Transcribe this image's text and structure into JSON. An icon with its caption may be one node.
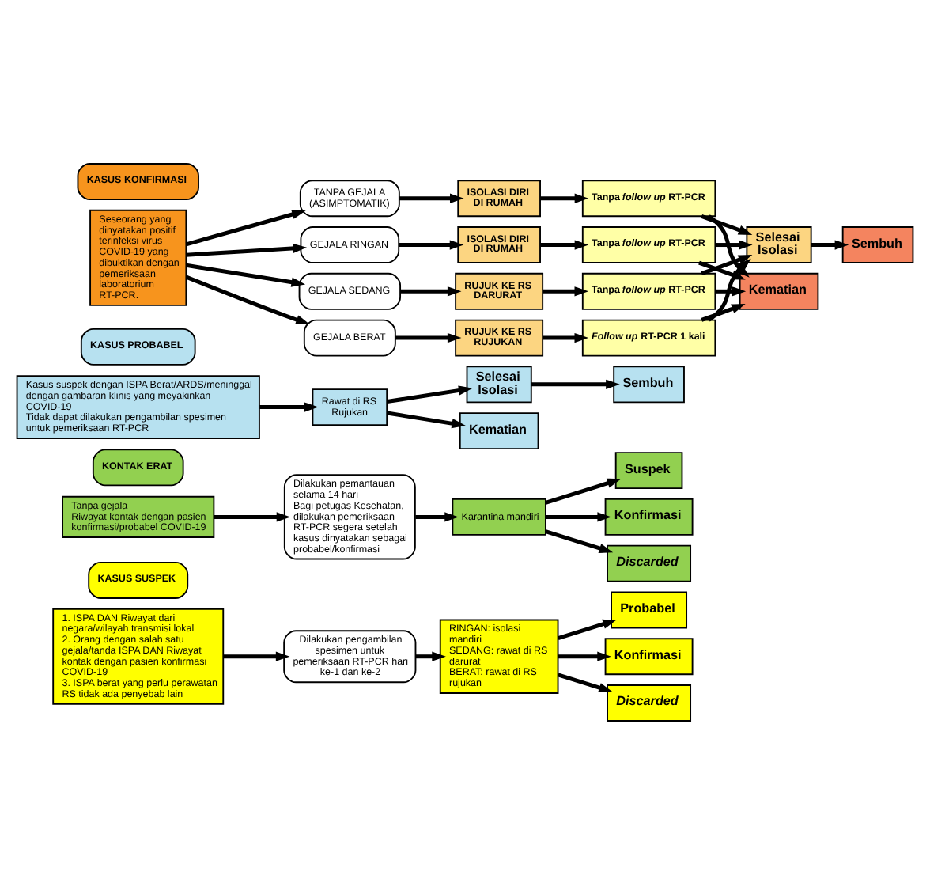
{
  "diagram": {
    "nodes": [
      {
        "text": [
          "KASUS SUSPEK"
        ]
      },
      {
        "text": [
          "1. ISPA DAN Riwayat dari negara/wilayah transmisi lokal",
          "2. Orang dengan salah satu gejala/tanda ISPA DAN Riwayat kontak dengan pasien konfirmasi COVID-19",
          "3. ISPA berat yang perlu perawatan RS tidak ada penyebab lain"
        ]
      },
      {
        "text": [
          "Dilakukan pengambilan spesimen untuk pemeriksaan RT-PCR hari ke-1 dan ke-2"
        ]
      },
      {
        "text": [
          "RINGAN: isolasi mandiri",
          "SEDANG: rawat di RS darurat",
          "BERAT: rawat di RS rujukan"
        ]
      },
      {
        "text": [
          "Probabel"
        ]
      },
      {
        "text": [
          "Konfirmasi"
        ]
      },
      {
        "text": [
          "Discarded"
        ]
      },
      {
        "text": [
          "KONTAK ERAT"
        ]
      },
      {
        "text": [
          "Tanpa gejala",
          "Riwayat kontak dengan pasien konfirmasi/probabel COVID-19"
        ]
      },
      {
        "text": [
          "Dilakukan pemantauan selama 14 hari",
          "Bagi petugas Kesehatan, dilakukan pemeriksaan RT-PCR segera setelah kasus dinyatakan sebagai probabel/konfirmasi"
        ]
      },
      {
        "text": [
          "Karantina mandiri"
        ]
      },
      {
        "text": [
          "Suspek"
        ]
      },
      {
        "text": [
          "Konfirmasi"
        ]
      },
      {
        "text": [
          "Discarded"
        ]
      },
      {
        "text": [
          "KASUS PROBABEL"
        ]
      },
      {
        "text": [
          "Kasus suspek dengan ISPA Berat/ARDS/meninggal dengan gambaran klinis yang meyakinkan COVID-19",
          "Tidak dapat dilakukan pengambilan spesimen untuk pemeriksaan RT-PCR"
        ]
      },
      {
        "text": [
          "Rawat di RS Rujukan"
        ]
      },
      {
        "text": [
          "Selesai Isolasi"
        ]
      },
      {
        "text": [
          "Sembuh"
        ]
      },
      {
        "text": [
          "Kematian"
        ]
      },
      {
        "text": [
          "KASUS KONFIRMASI"
        ]
      },
      {
        "text": [
          "Seseorang yang dinyatakan positif terinfeksi virus COVID-19 yang dibuktikan dengan pemeriksaan laboratorium RT-PCR."
        ]
      },
      {
        "text": [
          "TANPA GEJALA (ASIMPTOMATIK)"
        ]
      },
      {
        "text": [
          "ISOLASI DIRI DI RUMAH"
        ]
      },
      {
        "text": [
          "Tanpa *follow up* RT-PCR"
        ]
      },
      {
        "text": [
          "GEJALA RINGAN"
        ]
      },
      {
        "text": [
          "ISOLASI DIRI DI RUMAH"
        ]
      },
      {
        "text": [
          "Tanpa *follow up* RT-PCR"
        ]
      },
      {
        "text": [
          "GEJALA SEDANG"
        ]
      },
      {
        "text": [
          "RUJUK KE RS DARURAT"
        ]
      },
      {
        "text": [
          "Tanpa *follow up* RT-PCR"
        ]
      },
      {
        "text": [
          "GEJALA BERAT"
        ]
      },
      {
        "text": [
          "RUJUK KE RS RUJUKAN"
        ]
      },
      {
        "text": [
          "*Follow up* RT-PCR 1 kali"
        ]
      },
      {
        "text": [
          "Selesai Isolasi"
        ]
      },
      {
        "text": [
          "Sembuh"
        ]
      },
      {
        "text": [
          "Kematian"
        ]
      }
    ],
    "edges": [
      {
        "from": 1,
        "to": 2,
        "arrow": "to"
      },
      {
        "from": 2,
        "to": 3,
        "arrow": "to"
      },
      {
        "from": 3,
        "to": 4,
        "arrow": "to"
      },
      {
        "from": 3,
        "to": 5,
        "arrow": "to"
      },
      {
        "from": 3,
        "to": 6,
        "arrow": "to"
      },
      {
        "from": 8,
        "to": 9,
        "arrow": "to"
      },
      {
        "from": 9,
        "to": 10,
        "arrow": "to"
      },
      {
        "from": 10,
        "to": 11,
        "arrow": "to"
      },
      {
        "from": 10,
        "to": 12,
        "arrow": "to"
      },
      {
        "from": 10,
        "to": 13,
        "arrow": "to"
      },
      {
        "from": 15,
        "to": 16,
        "arrow": "to"
      },
      {
        "from": 16,
        "to": 17,
        "arrow": "to"
      },
      {
        "from": 17,
        "to": 18,
        "arrow": "to"
      },
      {
        "from": 16,
        "to": 19,
        "arrow": "to"
      },
      {
        "from": 21,
        "to": 22,
        "arrow": "to"
      },
      {
        "from": 21,
        "to": 25,
        "arrow": "to"
      },
      {
        "from": 21,
        "to": 28,
        "arrow": "to"
      },
      {
        "from": 21,
        "to": 31,
        "arrow": "to"
      },
      {
        "from": 22,
        "to": 23,
        "arrow": "to"
      },
      {
        "from": 23,
        "to": 24,
        "arrow": "to"
      },
      {
        "from": 25,
        "to": 26,
        "arrow": "to"
      },
      {
        "from": 26,
        "to": 27,
        "arrow": "to"
      },
      {
        "from": 28,
        "to": 29,
        "arrow": "to"
      },
      {
        "from": 29,
        "to": 30,
        "arrow": "to"
      },
      {
        "from": 31,
        "to": 32,
        "arrow": "to"
      },
      {
        "from": 32,
        "to": 33,
        "arrow": "to"
      },
      {
        "from": 24,
        "to": 34,
        "arrow": "to"
      },
      {
        "from": 27,
        "to": 34,
        "arrow": "to"
      },
      {
        "from": 30,
        "to": 34,
        "arrow": "to"
      },
      {
        "from": 33,
        "to": 34,
        "arrow": "to"
      },
      {
        "from": 24,
        "to": 36,
        "arrow": "to"
      },
      {
        "from": 27,
        "to": 36,
        "arrow": "to"
      },
      {
        "from": 30,
        "to": 36,
        "arrow": "to"
      },
      {
        "from": 33,
        "to": 36,
        "arrow": "to"
      },
      {
        "from": 34,
        "to": 35,
        "arrow": "to"
      }
    ]
  }
}
